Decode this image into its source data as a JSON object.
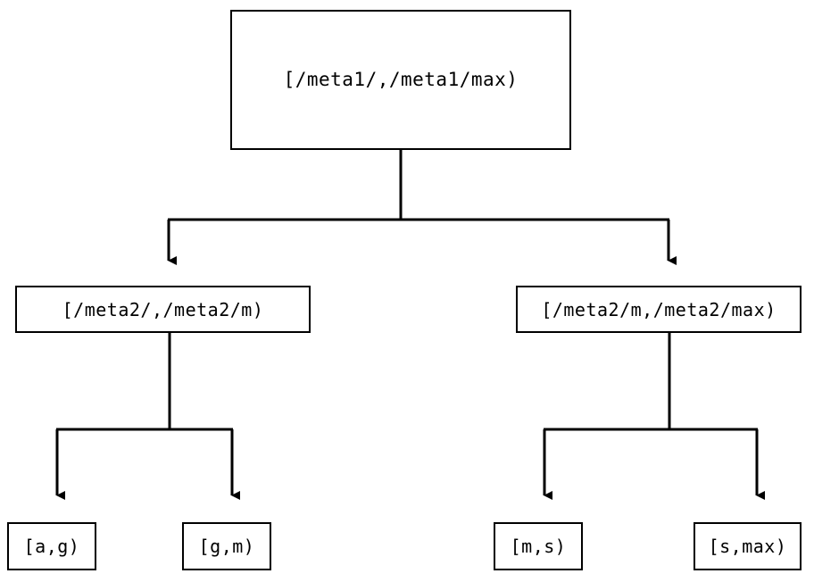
{
  "diagram": {
    "type": "tree",
    "orientation": "top-down",
    "title": "",
    "background_color": "#ffffff",
    "line_color": "#000000",
    "text_color": "#000000",
    "node_fill": "#ffffff",
    "arrowhead_style": "solid-triangle",
    "levels": [
      {
        "level": 0,
        "nodes": [
          {
            "id": "root",
            "label": "[/meta1/,/meta1/max)"
          }
        ]
      },
      {
        "level": 1,
        "nodes": [
          {
            "id": "mid-left",
            "label": "[/meta2/,/meta2/m)"
          },
          {
            "id": "mid-right",
            "label": "[/meta2/m,/meta2/max)"
          }
        ]
      },
      {
        "level": 2,
        "nodes": [
          {
            "id": "leaf-1",
            "label": "[a,g)"
          },
          {
            "id": "leaf-2",
            "label": "[g,m)"
          },
          {
            "id": "leaf-3",
            "label": "[m,s)"
          },
          {
            "id": "leaf-4",
            "label": "[s,max)"
          }
        ]
      }
    ],
    "edges": [
      {
        "from": "root",
        "to": "mid-left"
      },
      {
        "from": "root",
        "to": "mid-right"
      },
      {
        "from": "mid-left",
        "to": "leaf-1"
      },
      {
        "from": "mid-left",
        "to": "leaf-2"
      },
      {
        "from": "mid-right",
        "to": "leaf-3"
      },
      {
        "from": "mid-right",
        "to": "leaf-4"
      }
    ]
  }
}
